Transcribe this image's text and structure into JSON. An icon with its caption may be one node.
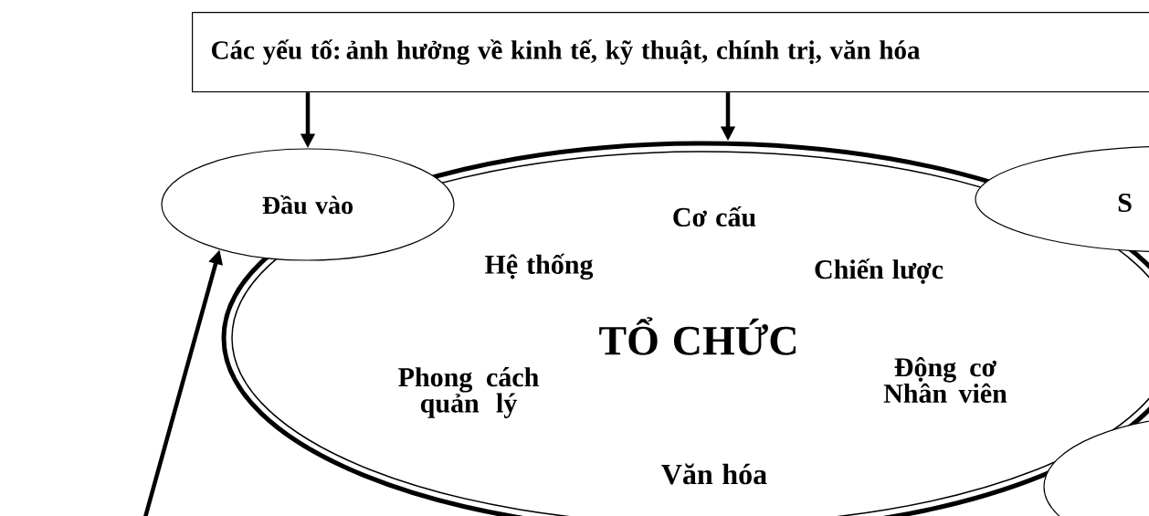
{
  "diagram": {
    "nodes": [
      {
        "text": [
          "Các yếu tố: ảnh hưởng về kinh tế, kỹ thuật, chính trị, văn hóa"
        ]
      },
      {
        "text": [
          "Đầu vào"
        ]
      },
      {
        "text": [
          "Cơ cấu",
          "Hệ thống",
          "Chiến lược",
          "TỔ CHỨC",
          "Phong cách quản lý",
          "Động cơ Nhân viên",
          "Văn hóa"
        ]
      },
      {
        "text": [
          "S"
        ]
      },
      {
        "text": [],
        "shape": "ellipse"
      }
    ],
    "edges": [
      {
        "from": 0,
        "to": 1,
        "arrow": "to"
      },
      {
        "from": 0,
        "to": 2,
        "arrow": "to"
      },
      {
        "from": null,
        "to": 1,
        "arrow": "to"
      }
    ]
  }
}
